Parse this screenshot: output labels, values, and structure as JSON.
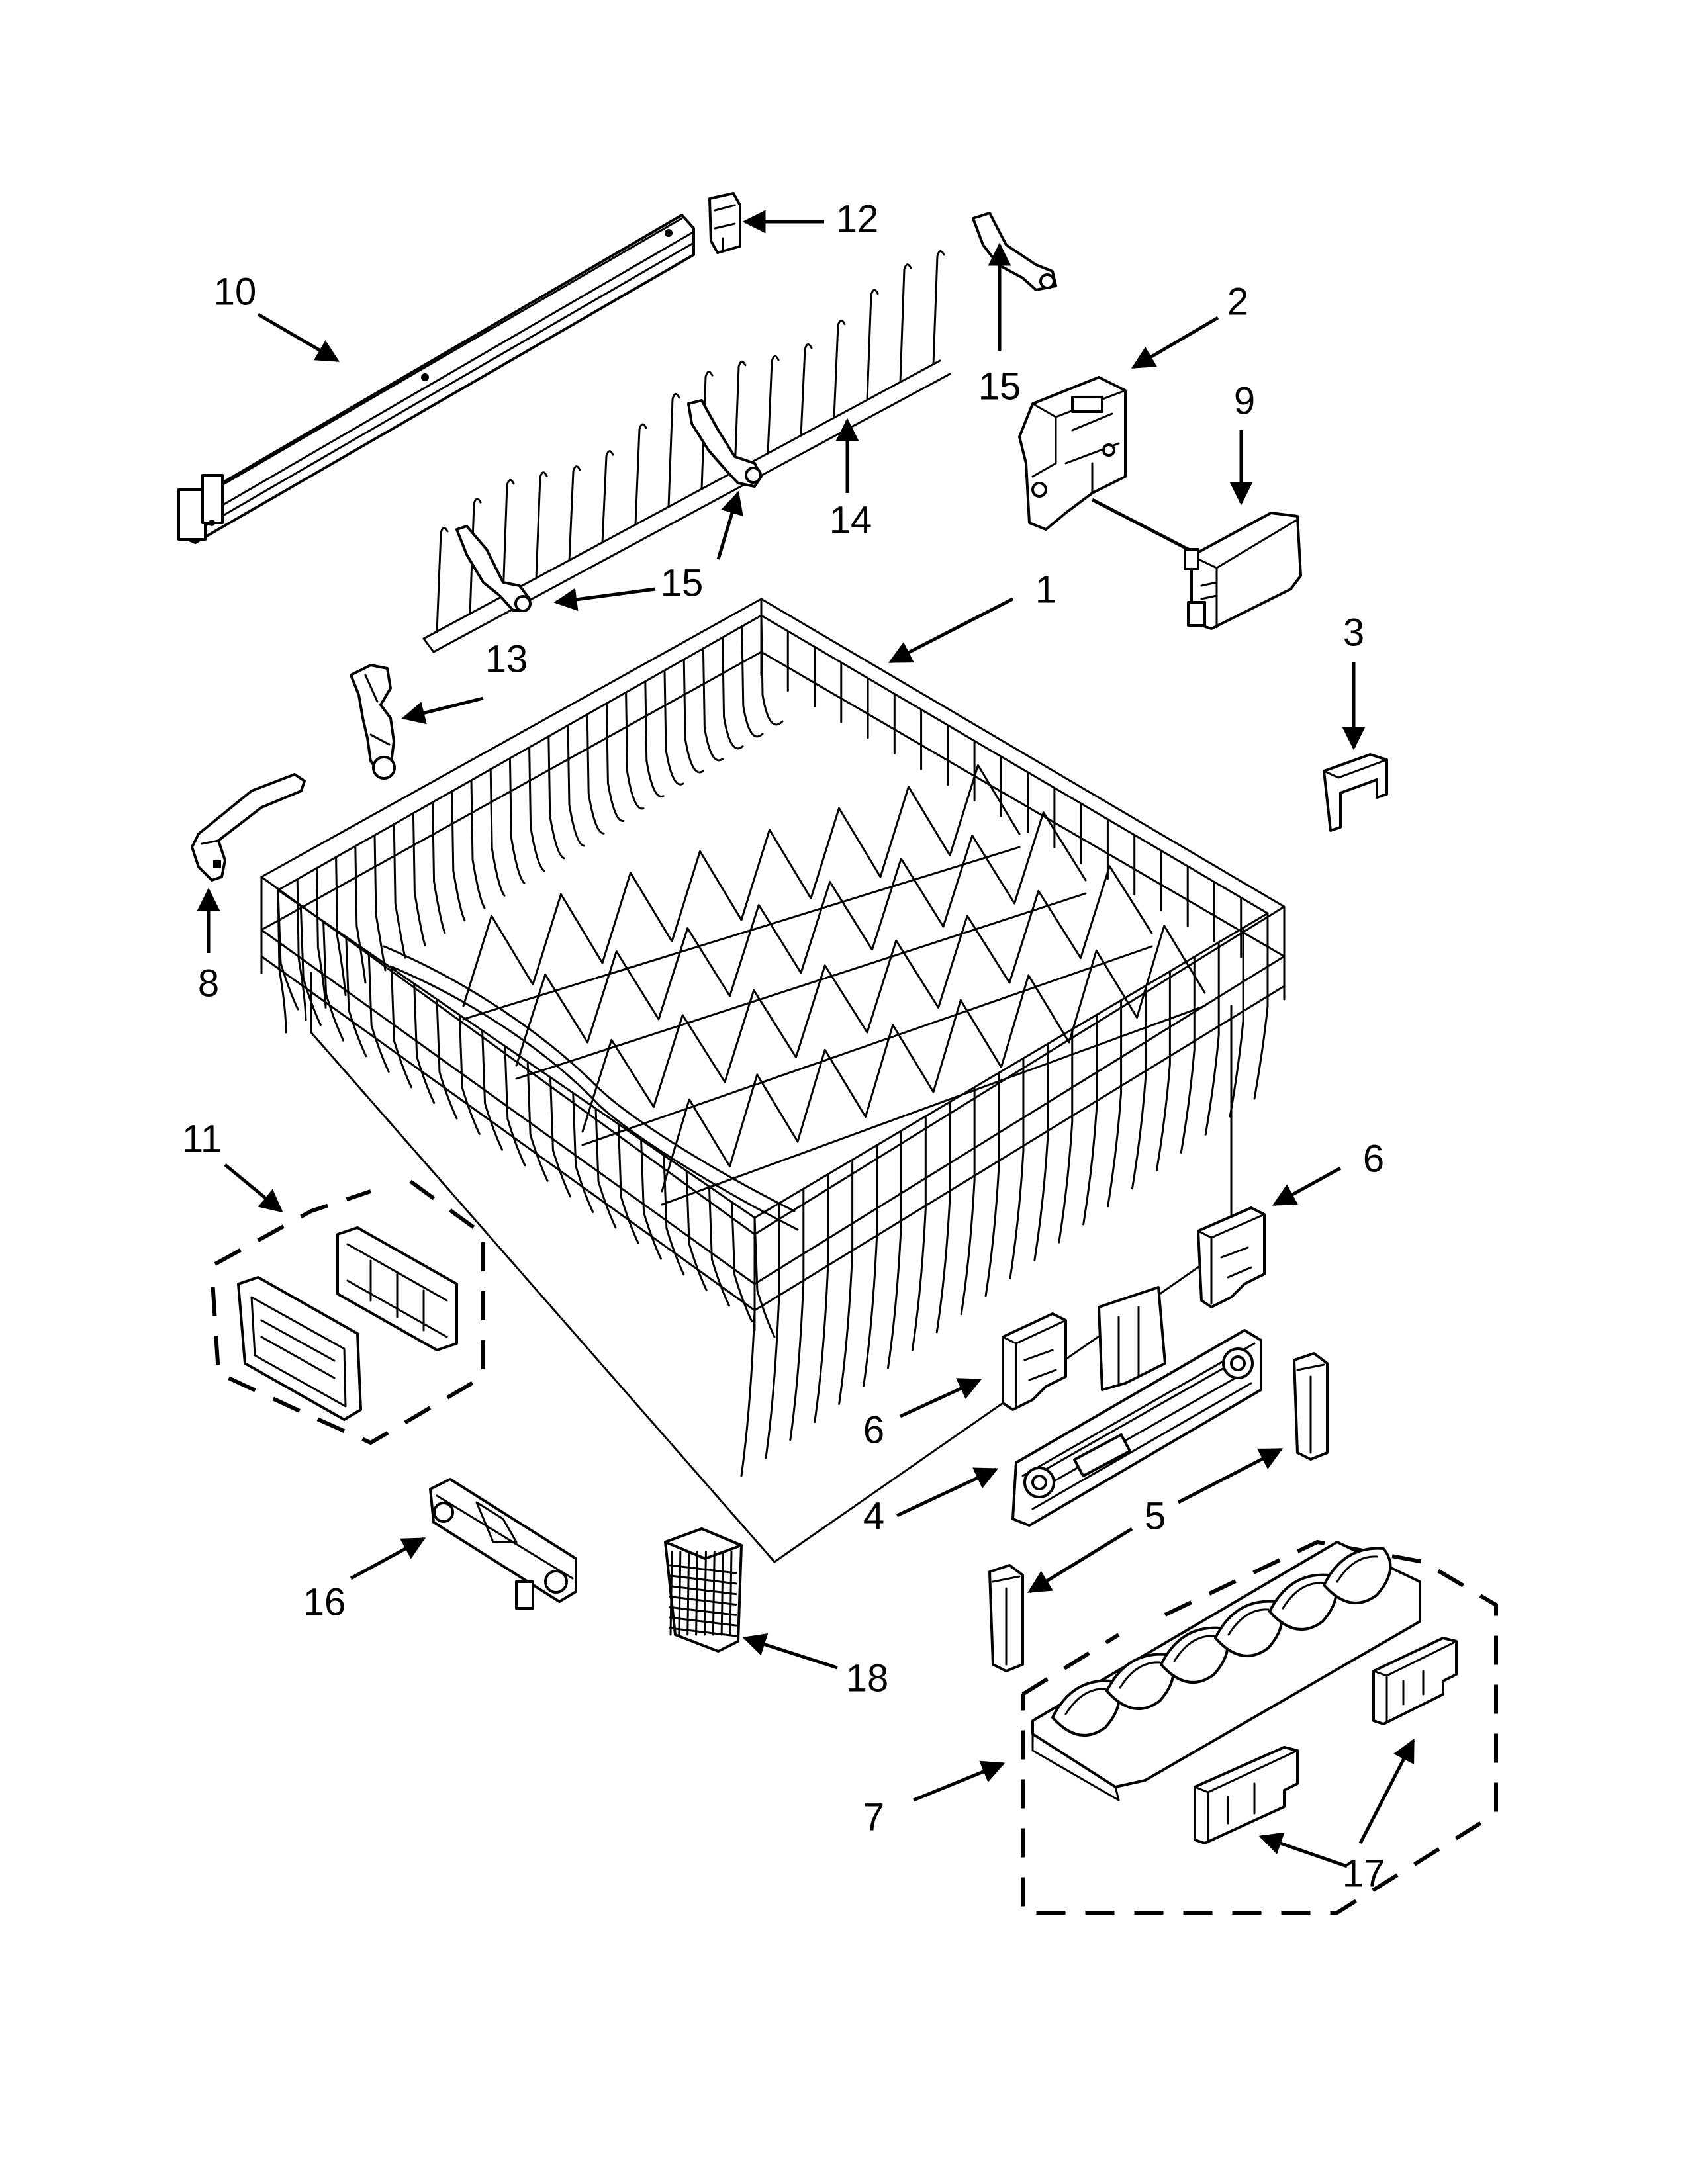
{
  "callouts": [
    {
      "id": "c1",
      "label": "1"
    },
    {
      "id": "c2",
      "label": "2"
    },
    {
      "id": "c3",
      "label": "3"
    },
    {
      "id": "c4",
      "label": "4"
    },
    {
      "id": "c5a",
      "label": "5"
    },
    {
      "id": "c6a",
      "label": "6"
    },
    {
      "id": "c6b",
      "label": "6"
    },
    {
      "id": "c7",
      "label": "7"
    },
    {
      "id": "c8",
      "label": "8"
    },
    {
      "id": "c9",
      "label": "9"
    },
    {
      "id": "c10",
      "label": "10"
    },
    {
      "id": "c11",
      "label": "11"
    },
    {
      "id": "c12",
      "label": "12"
    },
    {
      "id": "c13",
      "label": "13"
    },
    {
      "id": "c14",
      "label": "14"
    },
    {
      "id": "c15a",
      "label": "15"
    },
    {
      "id": "c15b",
      "label": "15"
    },
    {
      "id": "c16",
      "label": "16"
    },
    {
      "id": "c17",
      "label": "17"
    },
    {
      "id": "c18",
      "label": "18"
    }
  ]
}
